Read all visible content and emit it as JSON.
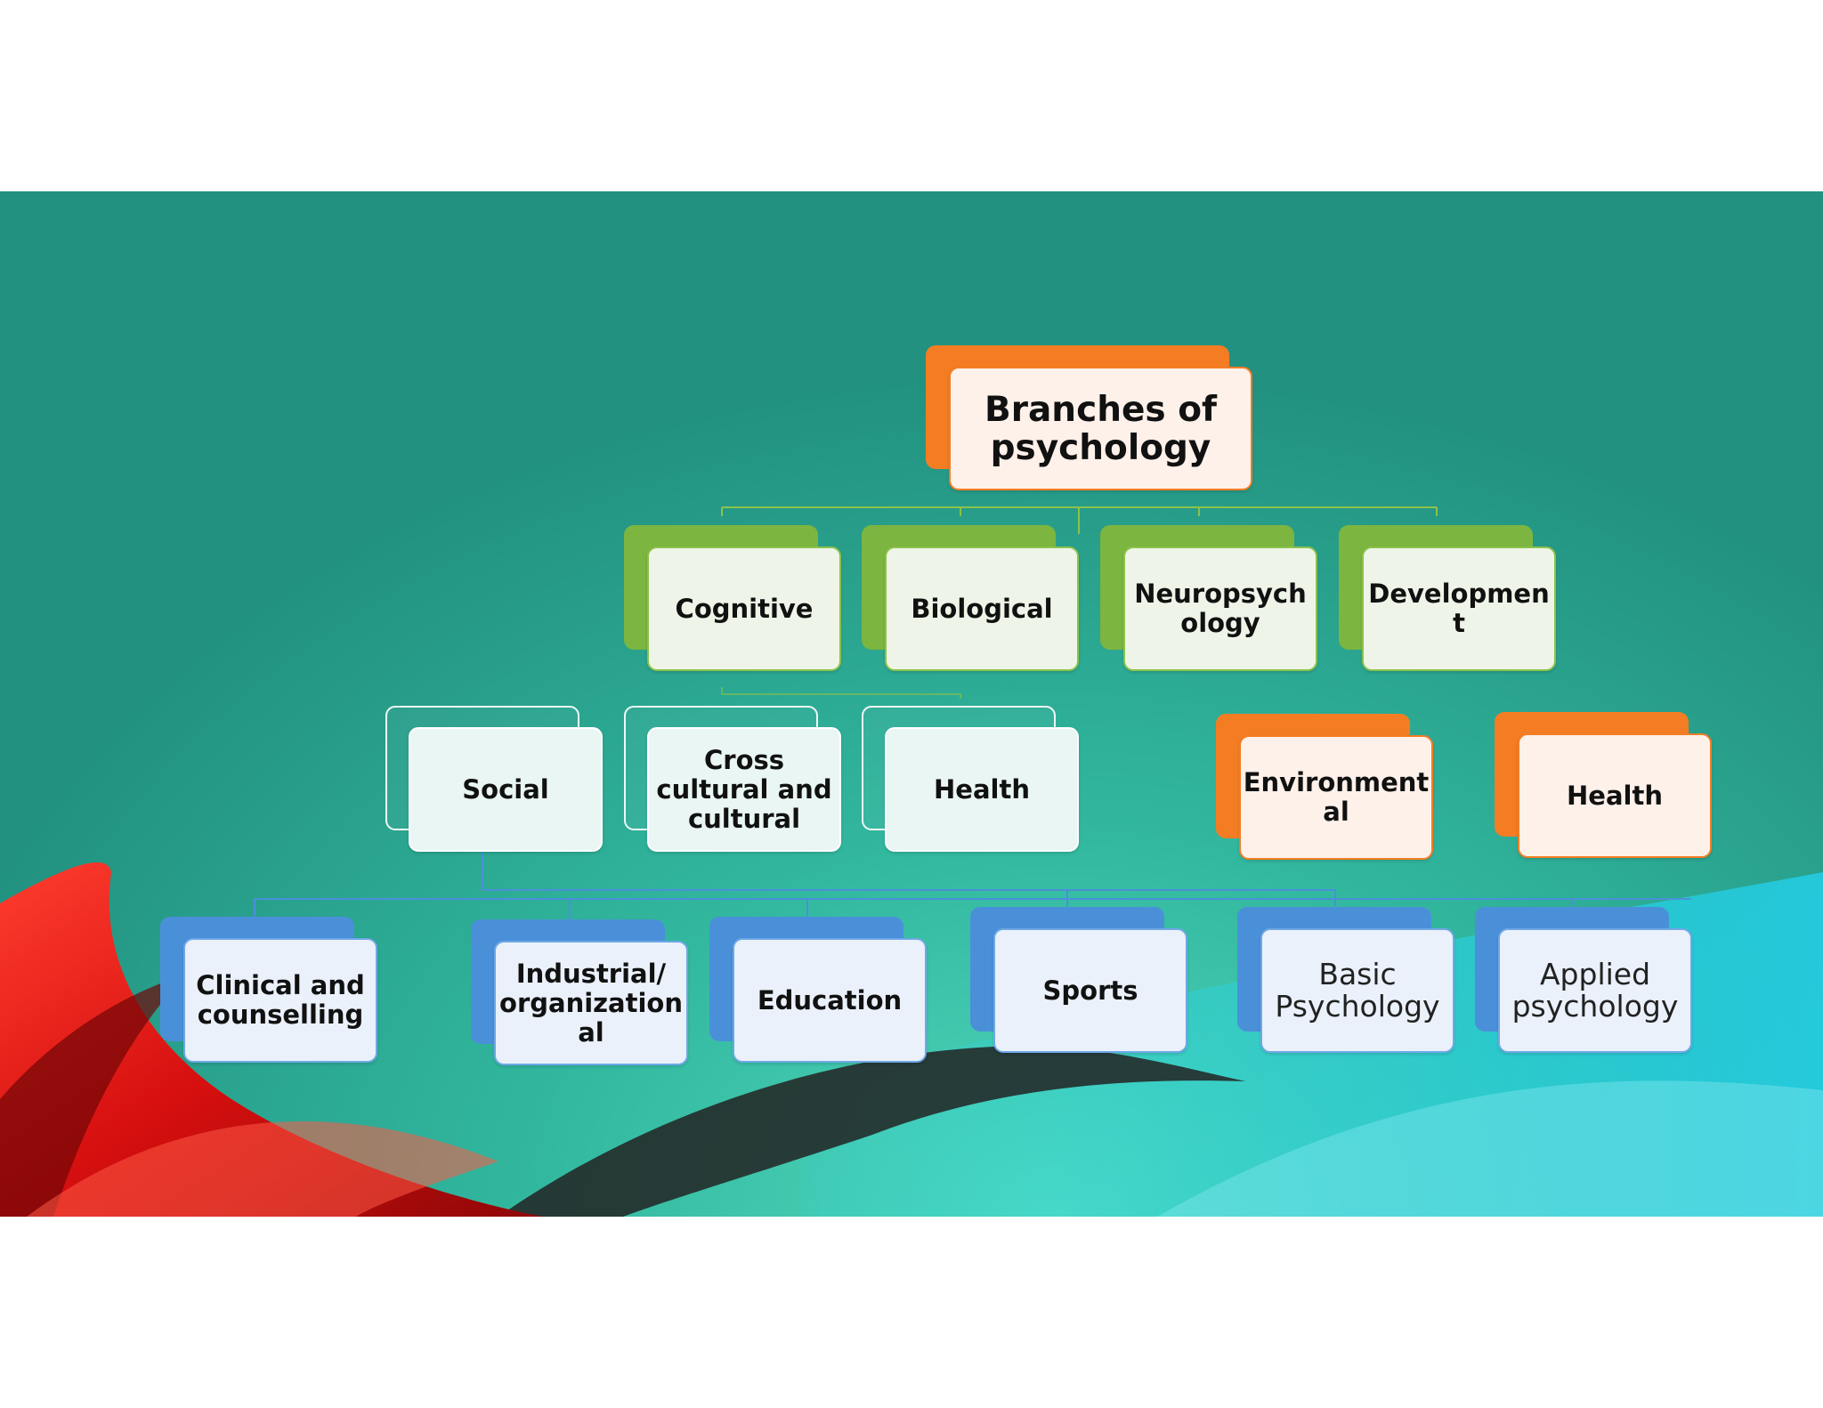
{
  "diagram": {
    "root": "Branches of psychology",
    "level1": [
      "Cognitive",
      "Biological",
      "Neuropsych ology",
      "Developmen t"
    ],
    "level2": [
      "Social",
      "Cross cultural and cultural",
      "Health"
    ],
    "side": [
      "Environment al",
      "Health"
    ],
    "level3": [
      "Clinical and counselling",
      "Industrial/ organization al",
      "Education",
      "Sports",
      "Basic Psychology",
      "Applied psychology"
    ]
  },
  "colors": {
    "root": "#f47d23",
    "level1": "#7cb540",
    "level3": "#4a90d9",
    "background": "#32b89f"
  }
}
